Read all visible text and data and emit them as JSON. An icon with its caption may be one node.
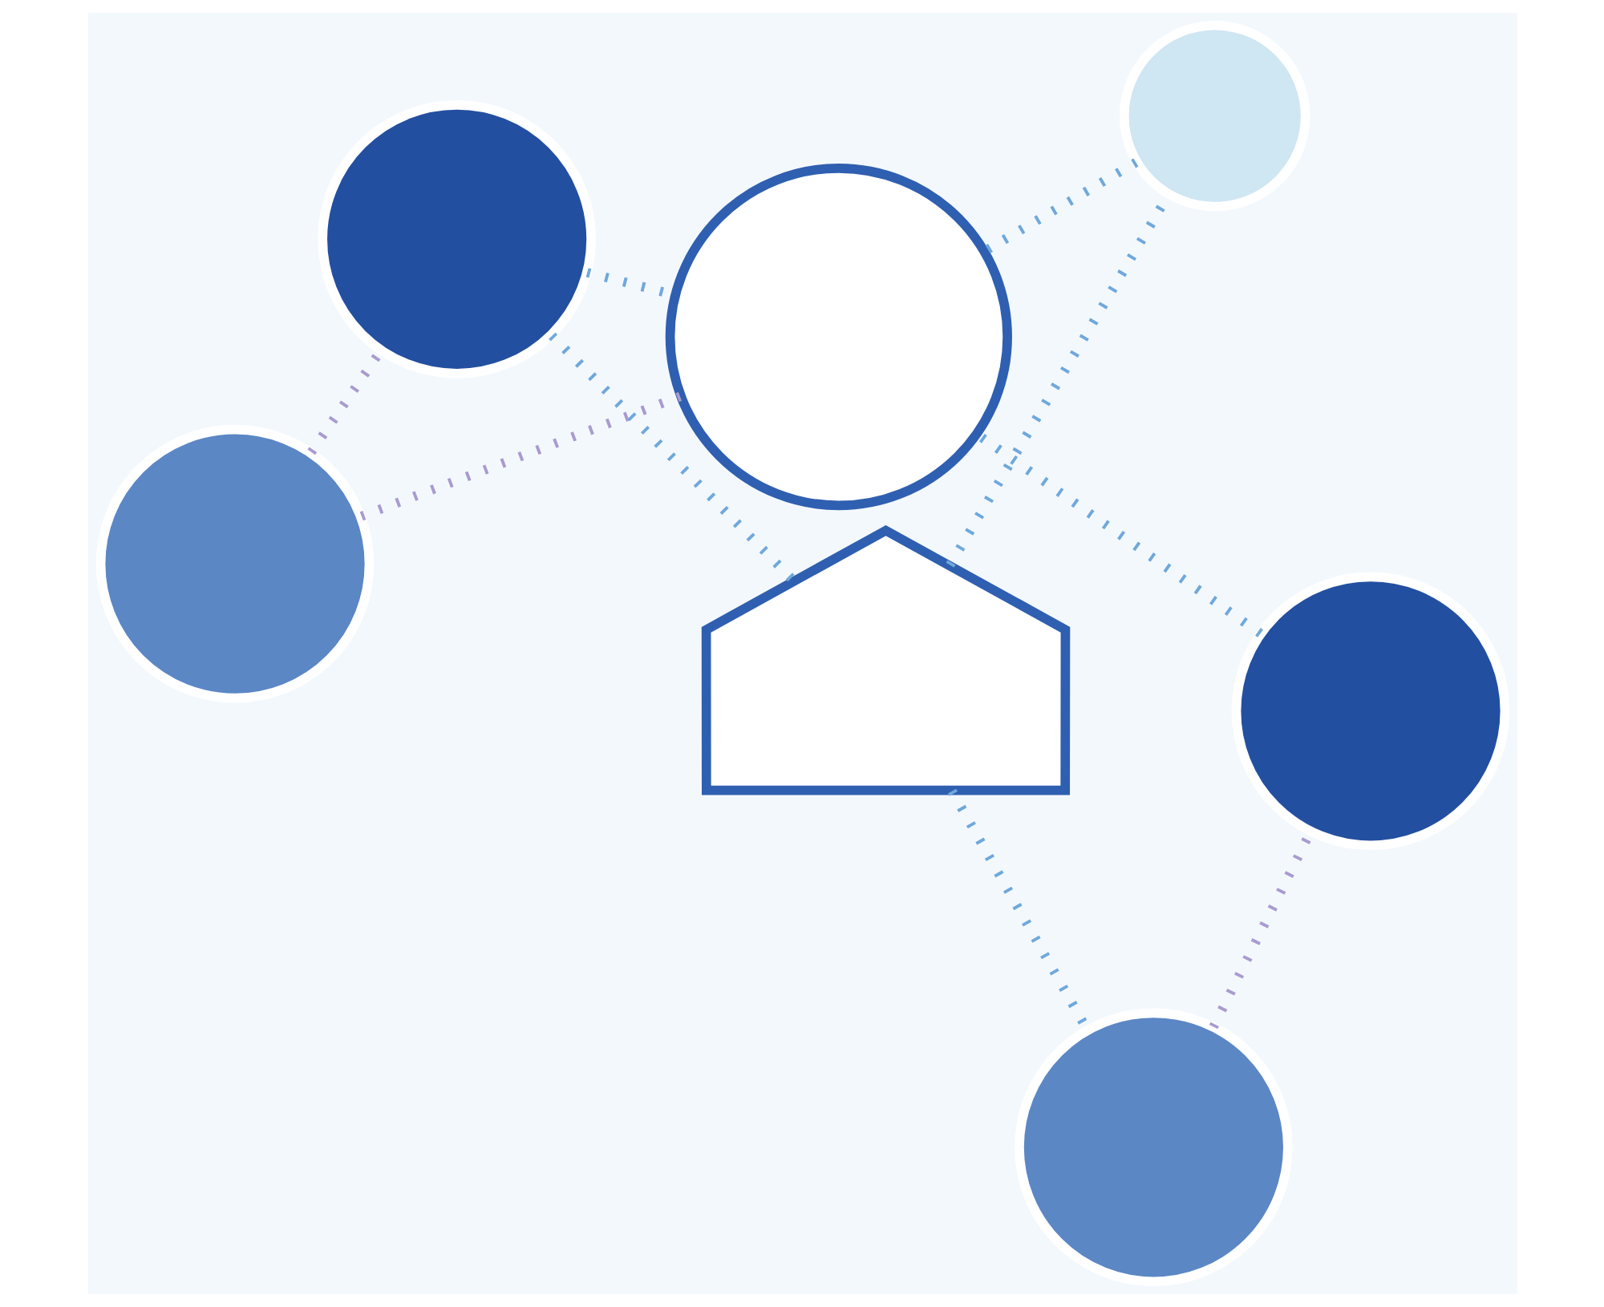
{
  "diagram": {
    "nodes": [
      {
        "text": [],
        "shape": "circle"
      },
      {
        "text": [],
        "shape": "circle"
      },
      {
        "text": [],
        "shape": "house"
      },
      {
        "text": [],
        "shape": "circle"
      },
      {
        "text": [],
        "shape": "circle"
      },
      {
        "text": [],
        "shape": "circle"
      },
      {
        "text": [],
        "shape": "circle"
      }
    ],
    "edges": [
      {
        "from": 2,
        "to": 3,
        "arrow": "none",
        "style": "dashed"
      },
      {
        "from": 3,
        "to": 4,
        "arrow": "none",
        "style": "dashed"
      },
      {
        "from": 2,
        "to": 0,
        "arrow": "none",
        "style": "dashed"
      },
      {
        "from": 0,
        "to": 1,
        "arrow": "none",
        "style": "dashed",
        "color": "#a99bd0"
      },
      {
        "from": 1,
        "to": 4,
        "arrow": "none",
        "style": "dashed"
      },
      {
        "from": 4,
        "to": 6,
        "arrow": "none",
        "style": "dashed",
        "color": "#a99bd0"
      },
      {
        "from": 6,
        "to": 5,
        "arrow": "none",
        "style": "dashed",
        "color": "#a99bd0"
      },
      {
        "from": 5,
        "to": 4,
        "arrow": "none",
        "style": "dashed"
      },
      {
        "from": 5,
        "to": 2,
        "arrow": "none",
        "style": "dashed"
      }
    ]
  }
}
